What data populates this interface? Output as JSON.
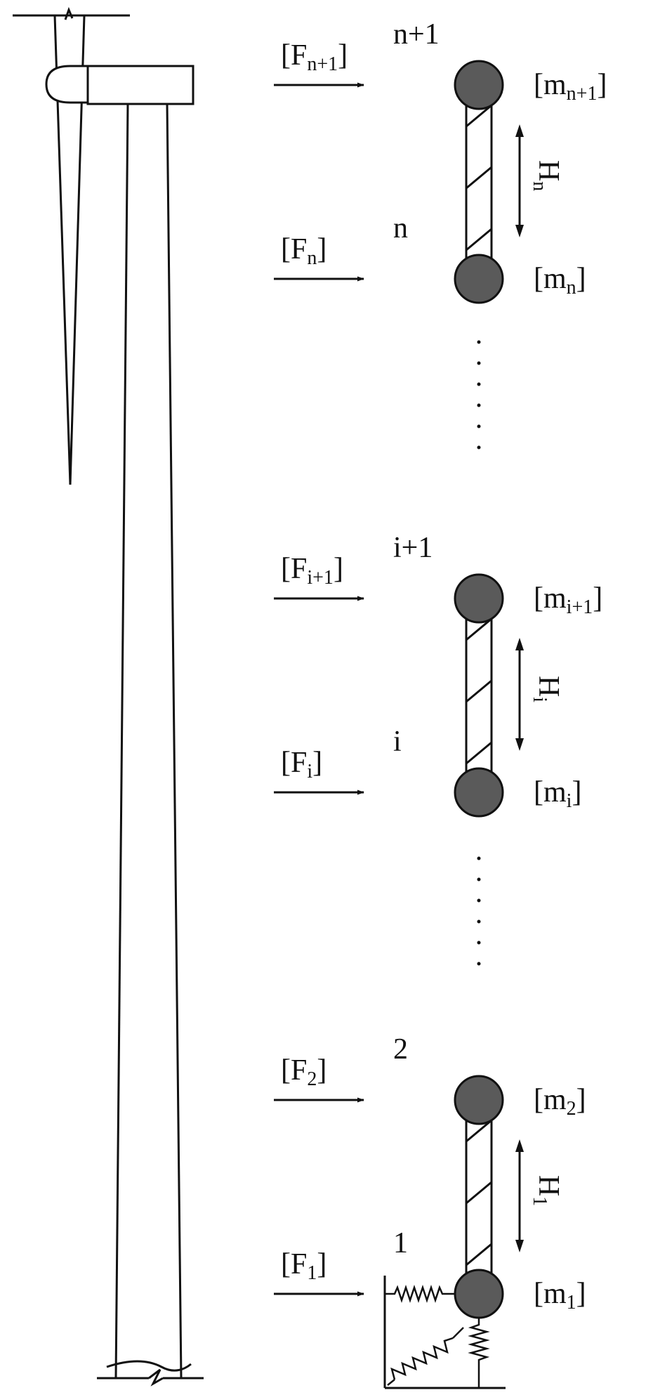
{
  "diagram": {
    "nodes": [
      {
        "id": "n_plus_1",
        "label": "n+1",
        "force": "F",
        "force_sub": "n+1",
        "mass": "m",
        "mass_sub": "n+1"
      },
      {
        "id": "n",
        "label": "n",
        "force": "F",
        "force_sub": "n",
        "mass": "m",
        "mass_sub": "n"
      },
      {
        "id": "i_plus_1",
        "label": "i+1",
        "force": "F",
        "force_sub": "i+1",
        "mass": "m",
        "mass_sub": "i+1"
      },
      {
        "id": "i",
        "label": "i",
        "force": "F",
        "force_sub": "i",
        "mass": "m",
        "mass_sub": "i"
      },
      {
        "id": "two",
        "label": "2",
        "force": "F",
        "force_sub": "2",
        "mass": "m",
        "mass_sub": "2"
      },
      {
        "id": "one",
        "label": "1",
        "force": "F",
        "force_sub": "1",
        "mass": "m",
        "mass_sub": "1"
      }
    ],
    "heights": [
      {
        "letter": "H",
        "sub": "n"
      },
      {
        "letter": "H",
        "sub": "i"
      },
      {
        "letter": "H",
        "sub": "1"
      }
    ],
    "bracket_open": "[",
    "bracket_close": "]",
    "ellipsis": "......",
    "colors": {
      "line": "#111111",
      "mass_fill": "#5a5a5a",
      "background": "#ffffff"
    }
  }
}
